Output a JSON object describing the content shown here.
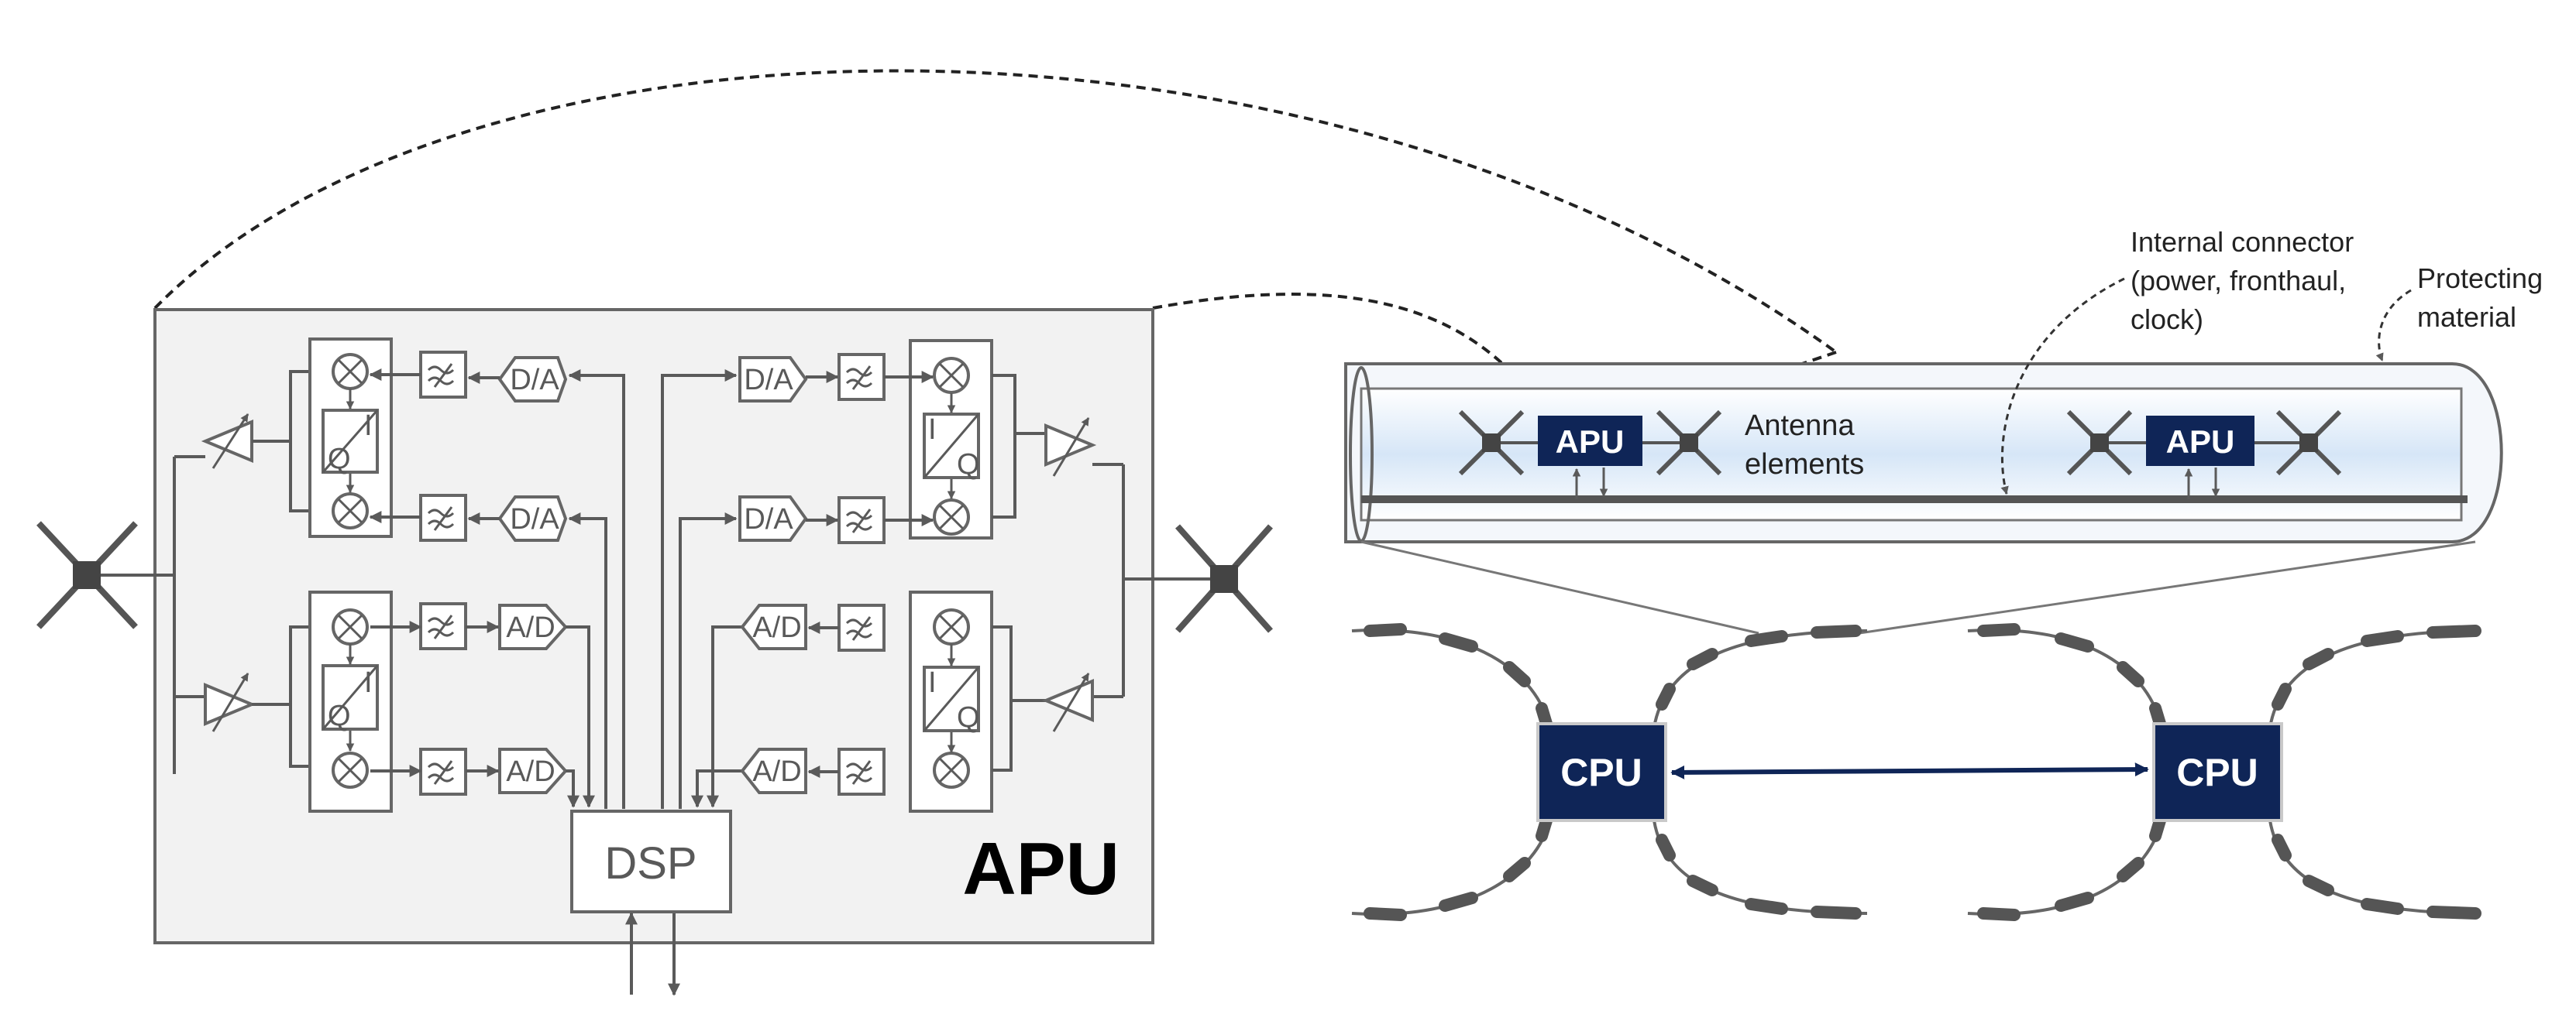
{
  "apu_detail": {
    "title": "APU",
    "dsp": "DSP",
    "converters": {
      "da_top": "D/A",
      "da_bottom": "D/A",
      "ad_top": "A/D",
      "ad_bottom": "A/D"
    },
    "iq": {
      "i": "I",
      "q": "Q"
    }
  },
  "stripe": {
    "apu_left": "APU",
    "apu_right": "APU",
    "antenna_label_line1": "Antenna",
    "antenna_label_line2": "elements",
    "connector_label_line1": "Internal connector",
    "connector_label_line2": "(power, fronthaul,",
    "connector_label_line3": "clock)",
    "material_label_line1": "Protecting",
    "material_label_line2": "material"
  },
  "network": {
    "cpu_left": "CPU",
    "cpu_right": "CPU"
  },
  "colors": {
    "navy": "#0f2557",
    "panel": "#f2f2f2",
    "stripe_fill": "#dbe9f8",
    "line": "#5a5a5a"
  }
}
